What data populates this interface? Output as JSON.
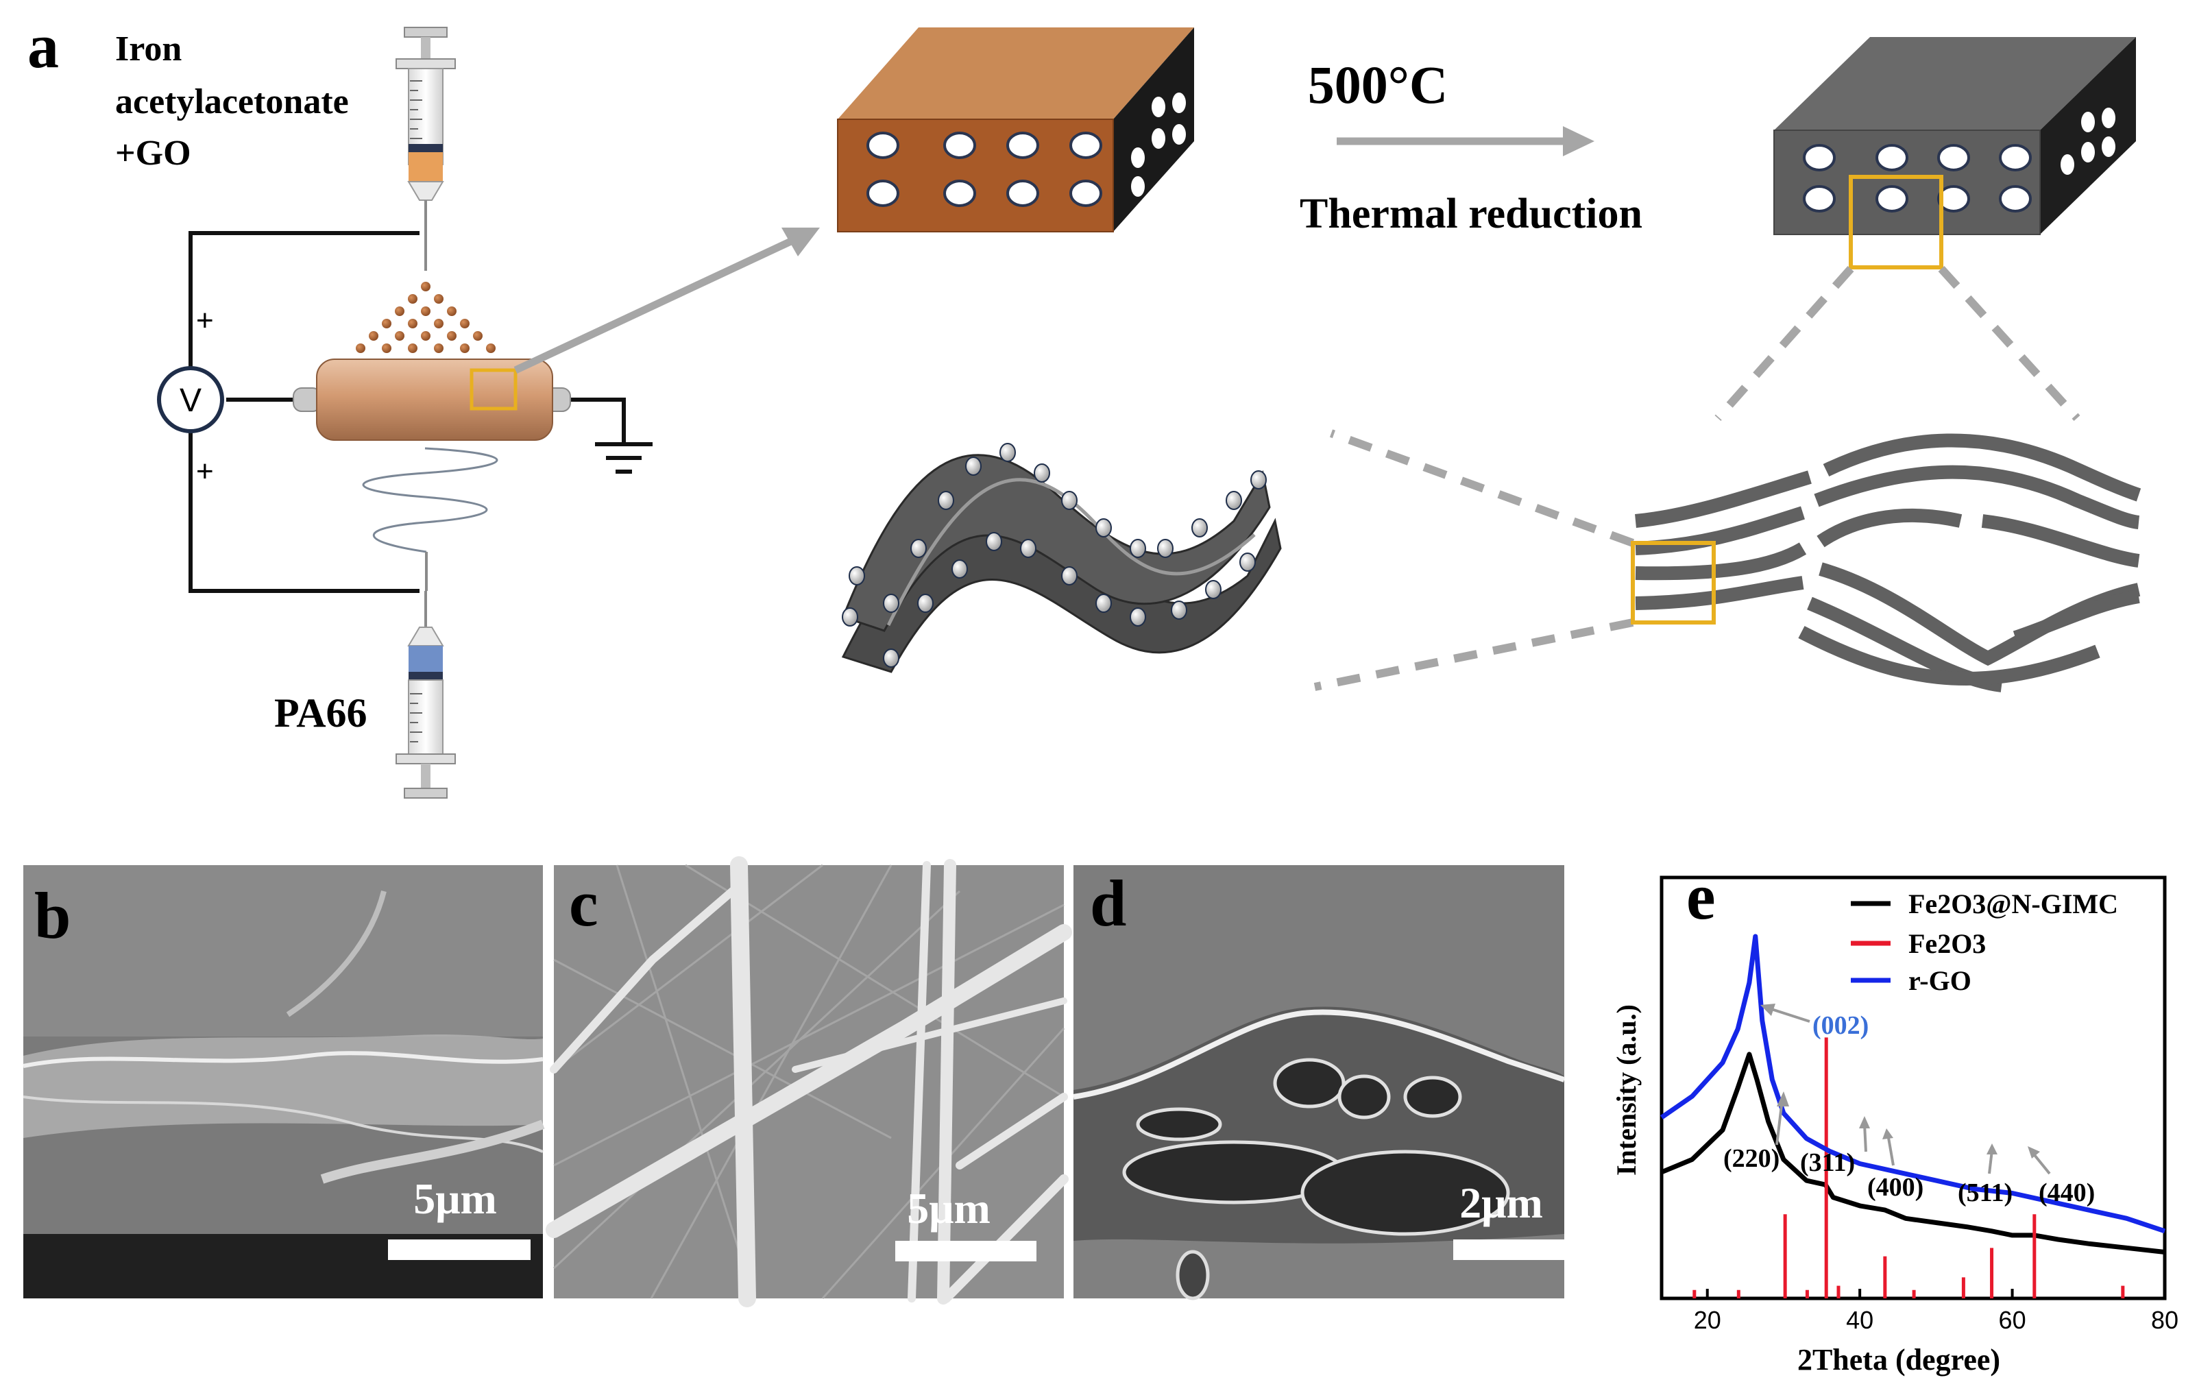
{
  "panel_a": {
    "label": "a",
    "syringe_top_label": [
      "Iron",
      "acetylacetonate",
      "+GO"
    ],
    "syringe_bottom_label": "PA66",
    "voltmeter_symbol": "V",
    "plus_signs": [
      "+",
      "+"
    ],
    "process_temperature": "500°C",
    "process_name": "Thermal reduction",
    "colors": {
      "highlight_box": "#E8B020",
      "fiber_block": "#B8683A",
      "carbon_block": "#5E5E5E",
      "arrow": "#A6A6A6"
    }
  },
  "panel_b": {
    "label": "b",
    "scale_bar": "5μm"
  },
  "panel_c": {
    "label": "c",
    "scale_bar": "5μm"
  },
  "panel_d": {
    "label": "d",
    "scale_bar": "2μm"
  },
  "panel_e": {
    "label": "e",
    "peak_annotations": [
      "(002)",
      "(220)",
      "(311)",
      "(400)",
      "(511)",
      "(440)"
    ],
    "chart_data": {
      "type": "line",
      "xlabel": "2Theta (degree)",
      "ylabel": "Intensity (a.u.)",
      "xlim": [
        14,
        80
      ],
      "x_ticks": [
        20,
        40,
        60,
        80
      ],
      "legend_position": "top-right",
      "series": [
        {
          "name": "Fe2O3@N-GIMC",
          "color": "#000000",
          "x": [
            14,
            18,
            22,
            24,
            25.5,
            26.5,
            28,
            30,
            33,
            35.5,
            36.5,
            40,
            43.3,
            46,
            50,
            54,
            57.3,
            60,
            62.9,
            66,
            70,
            75,
            80
          ],
          "y": [
            0.3,
            0.33,
            0.4,
            0.5,
            0.58,
            0.52,
            0.42,
            0.33,
            0.28,
            0.27,
            0.24,
            0.22,
            0.21,
            0.19,
            0.18,
            0.17,
            0.16,
            0.15,
            0.15,
            0.14,
            0.13,
            0.12,
            0.11
          ]
        },
        {
          "name": "Fe2O3",
          "color": "#E8192C",
          "x": [
            18.3,
            24.1,
            30.2,
            33.1,
            35.6,
            37.2,
            43.3,
            47.1,
            53.6,
            57.3,
            62.9,
            74.5
          ],
          "y": [
            0.02,
            0.02,
            0.2,
            0.02,
            0.62,
            0.03,
            0.1,
            0.02,
            0.05,
            0.12,
            0.2,
            0.03
          ]
        },
        {
          "name": "r-GO",
          "color": "#1426E8",
          "x": [
            14,
            18,
            22,
            24,
            25.5,
            26.3,
            27.2,
            28.5,
            30,
            33,
            36,
            40,
            45,
            50,
            55,
            60,
            65,
            70,
            75,
            80
          ],
          "y": [
            0.43,
            0.48,
            0.56,
            0.64,
            0.75,
            0.86,
            0.66,
            0.52,
            0.44,
            0.38,
            0.35,
            0.32,
            0.3,
            0.28,
            0.26,
            0.25,
            0.23,
            0.21,
            0.19,
            0.16
          ]
        }
      ]
    }
  }
}
